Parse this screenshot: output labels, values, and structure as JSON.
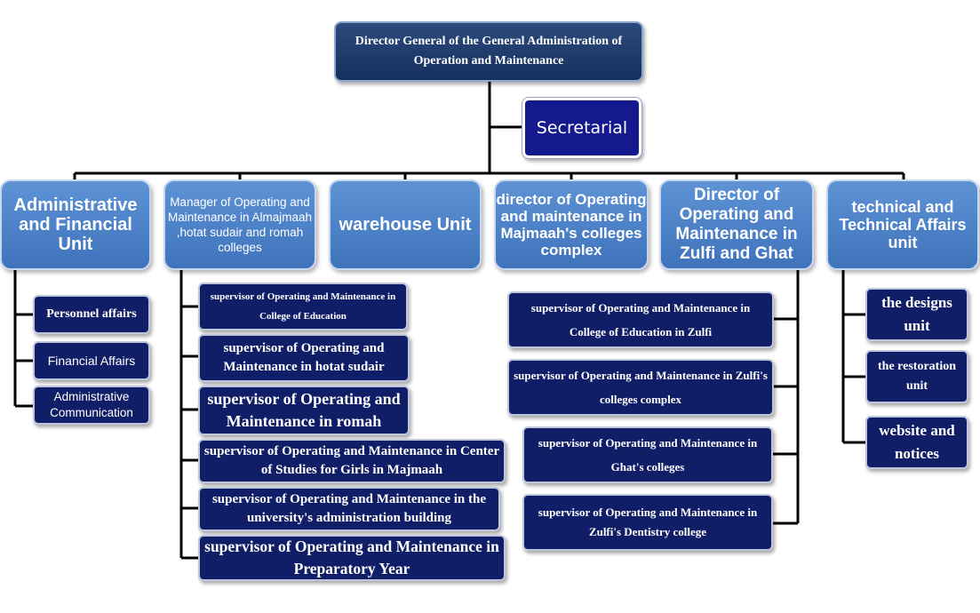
{
  "top": {
    "director": "Director General of the General Administration of Operation and Maintenance"
  },
  "secretarial": "Secretarial",
  "units": [
    {
      "label": "Administrative and Financial Unit",
      "children": [
        "Personnel affairs",
        "Financial Affairs",
        "Administrative Communication"
      ]
    },
    {
      "label": "Manager of Operating and Maintenance in Almajmaah ,hotat sudair and romah colleges",
      "children": [
        "supervisor of Operating and Maintenance in College of Education",
        "supervisor of Operating and Maintenance in hotat sudair",
        "supervisor of Operating and Maintenance in romah",
        "supervisor of Operating and Maintenance in Center of Studies for Girls in Majmaah",
        "supervisor of Operating and Maintenance in the university's administration building",
        "supervisor of Operating and Maintenance in Preparatory Year"
      ]
    },
    {
      "label": "warehouse Unit",
      "children": []
    },
    {
      "label": "director of Operating and maintenance in Majmaah's colleges complex",
      "children": []
    },
    {
      "label": "Director of Operating and Maintenance in Zulfi and Ghat",
      "children": [
        "supervisor of Operating and Maintenance in College of Education in Zulfi",
        "supervisor of Operating and Maintenance in Zulfi's colleges complex",
        "supervisor of Operating and Maintenance in Ghat's colleges",
        "supervisor of Operating and Maintenance in Zulfi's Dentistry college"
      ]
    },
    {
      "label": "technical and Technical Affairs unit",
      "children": [
        "the designs unit",
        "the restoration unit",
        "website and notices"
      ]
    }
  ]
}
